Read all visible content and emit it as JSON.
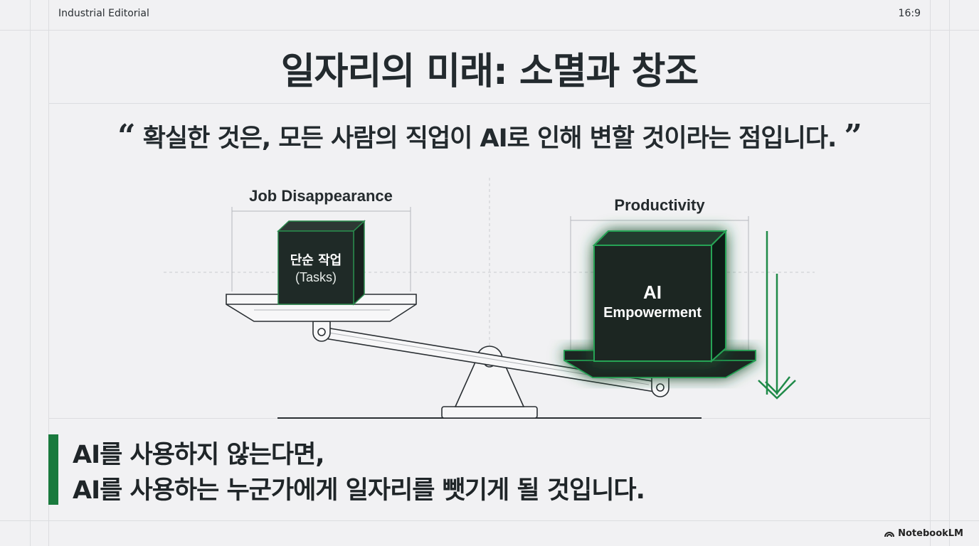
{
  "header": {
    "left": "Industrial Editorial",
    "right": "16:9"
  },
  "title": "일자리의 미래: 소멸과 창조",
  "quote": {
    "open": "“",
    "text": "확실한 것은, 모든 사람의 직업이 AI로 인해 변할 것이라는 점입니다.",
    "close": "”"
  },
  "diagram": {
    "left_label": "Job Disappearance",
    "left_box_line1": "단순 작업",
    "left_box_line2": "(Tasks)",
    "right_label": "Productivity",
    "right_box_line1": "AI",
    "right_box_line2": "Empowerment"
  },
  "conclusion": {
    "line1": "AI를 사용하지 않는다면,",
    "line2": "AI를 사용하는 누군가에게 일자리를 뺏기게 될 것입니다."
  },
  "brand": {
    "name": "NotebookLM"
  },
  "colors": {
    "accent": "#1a7a3e",
    "box_dark": "#1f2a27",
    "background": "#f1f1f3"
  }
}
